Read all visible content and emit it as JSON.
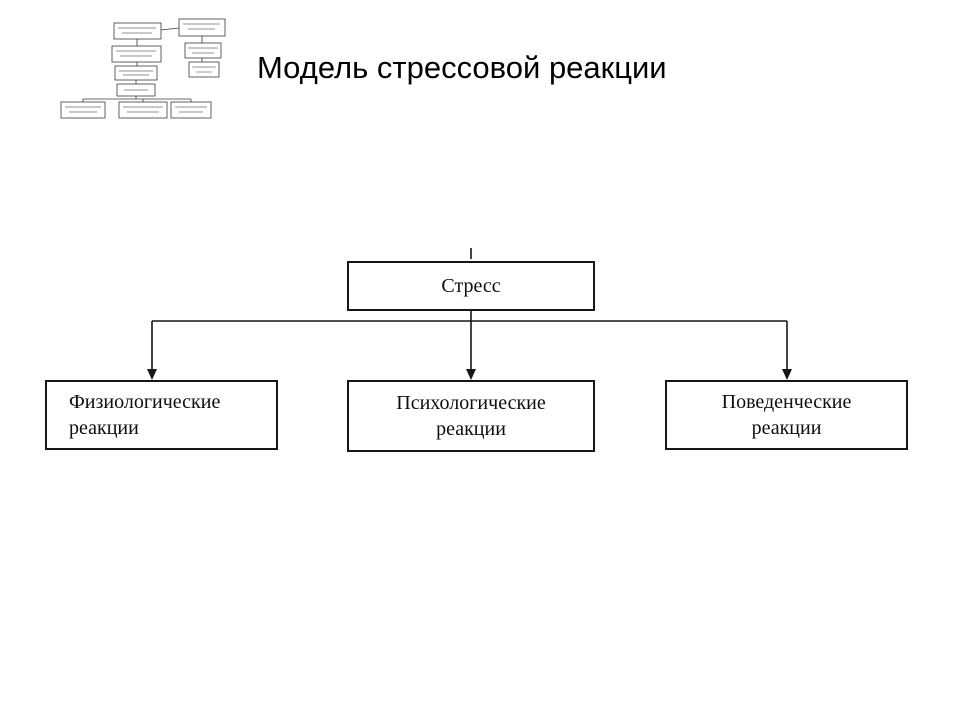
{
  "slide": {
    "title": "Модель стрессовой реакции"
  },
  "diagram": {
    "root": {
      "label": "Стресс"
    },
    "children": [
      {
        "label": "Физиологические\nреакции"
      },
      {
        "label": "Психологические\nреакции"
      },
      {
        "label": "Поведенческие\nреакции"
      }
    ]
  },
  "colors": {
    "line": "#161616",
    "box_border": "#161616",
    "text": "#0e0e0e",
    "background": "#ffffff"
  }
}
